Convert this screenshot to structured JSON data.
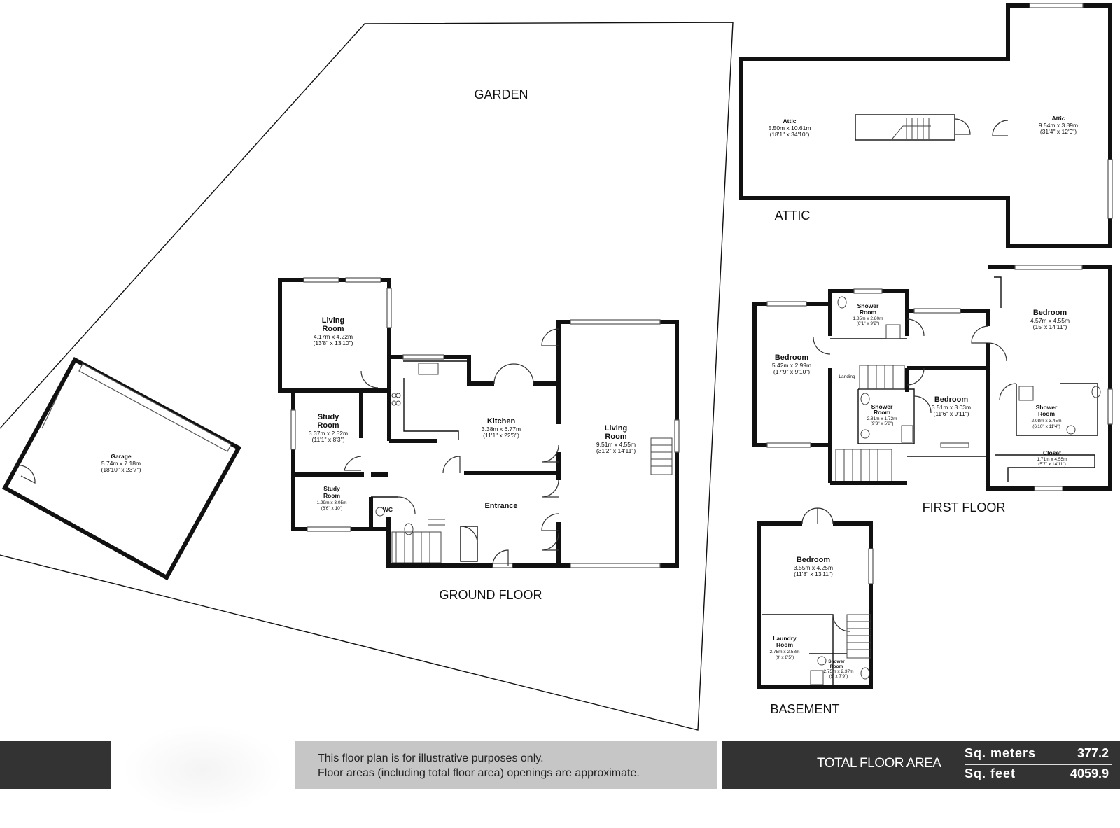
{
  "floor_labels": {
    "garden": "GARDEN",
    "attic": "ATTIC",
    "ground_floor": "GROUND FLOOR",
    "first_floor": "FIRST FLOOR",
    "basement": "BASEMENT"
  },
  "rooms": {
    "attic_left": {
      "name": "Attic",
      "metric": "5.50m x 10.61m",
      "imperial": "(18'1\" x 34'10\")"
    },
    "attic_right": {
      "name": "Attic",
      "metric": "9.54m x 3.89m",
      "imperial": "(31'4\" x 12'9\")"
    },
    "garage": {
      "name": "Garage",
      "metric": "5.74m x 7.18m",
      "imperial": "(18'10\" x 23'7\")"
    },
    "living_room_small": {
      "name_line1": "Living",
      "name_line2": "Room",
      "metric": "4.17m x 4.22m",
      "imperial": "(13'8\" x 13'10\")"
    },
    "study_room_1": {
      "name_line1": "Study",
      "name_line2": "Room",
      "metric": "3.37m x 2.52m",
      "imperial": "(11'1\" x 8'3\")"
    },
    "study_room_2": {
      "name_line1": "Study",
      "name_line2": "Room",
      "metric": "1.99m x 3.05m",
      "imperial": "(6'6\" x 10')"
    },
    "kitchen": {
      "name": "Kitchen",
      "metric": "3.38m x 6.77m",
      "imperial": "(11'1\" x 22'3\")"
    },
    "living_room_large": {
      "name_line1": "Living",
      "name_line2": "Room",
      "metric": "9.51m x 4.55m",
      "imperial": "(31'2\" x 14'11\")"
    },
    "entrance": {
      "name": "Entrance"
    },
    "wc": {
      "name": "WC"
    },
    "bedroom_fl_left": {
      "name": "Bedroom",
      "metric": "5.42m x 2.99m",
      "imperial": "(17'9\" x 9'10\")"
    },
    "shower_fl_top": {
      "name_line1": "Shower",
      "name_line2": "Room",
      "metric": "1.85m x 2.80m",
      "imperial": "(6'1\" x 9'2\")"
    },
    "bedroom_fl_right": {
      "name": "Bedroom",
      "metric": "4.57m x 4.55m",
      "imperial": "(15' x 14'11\")"
    },
    "landing": {
      "name": "Landing"
    },
    "shower_fl_mid": {
      "name_line1": "Shower",
      "name_line2": "Room",
      "metric": "2.81m x 1.72m",
      "imperial": "(9'3\" x 5'8\")"
    },
    "bedroom_fl_mid": {
      "name": "Bedroom",
      "metric": "3.51m x 3.03m",
      "imperial": "(11'6\" x 9'11\")"
    },
    "shower_fl_right": {
      "name_line1": "Shower",
      "name_line2": "Room",
      "metric": "2.08m x 3.45m",
      "imperial": "(6'10\" x 11'4\")"
    },
    "closet": {
      "name": "Closet",
      "metric": "1.71m x 4.55m",
      "imperial": "(5'7\" x 14'11\")"
    },
    "bedroom_basement": {
      "name": "Bedroom",
      "metric": "3.55m x 4.25m",
      "imperial": "(11'8\" x 13'11\")"
    },
    "laundry": {
      "name_line1": "Laundry",
      "name_line2": "Room",
      "metric": "2.75m x 2.58m",
      "imperial": "(9' x 8'5\")"
    },
    "shower_basement": {
      "name_line1": "Shower",
      "name_line2": "Room",
      "metric": "2.75m x 2.37m",
      "imperial": "(9' x 7'9\")"
    }
  },
  "footer": {
    "disclaimer_line1": "This floor plan is for illustrative purposes only.",
    "disclaimer_line2": "Floor areas (including total floor area) openings are approximate.",
    "total_label": "TOTAL FLOOR AREA",
    "sq_meters_label": "Sq. meters",
    "sq_meters_value": "377.2",
    "sq_feet_label": "Sq. feet",
    "sq_feet_value": "4059.9"
  },
  "colors": {
    "wall": "#111111",
    "footer_dark": "#333333",
    "footer_note": "#c6c6c6"
  }
}
